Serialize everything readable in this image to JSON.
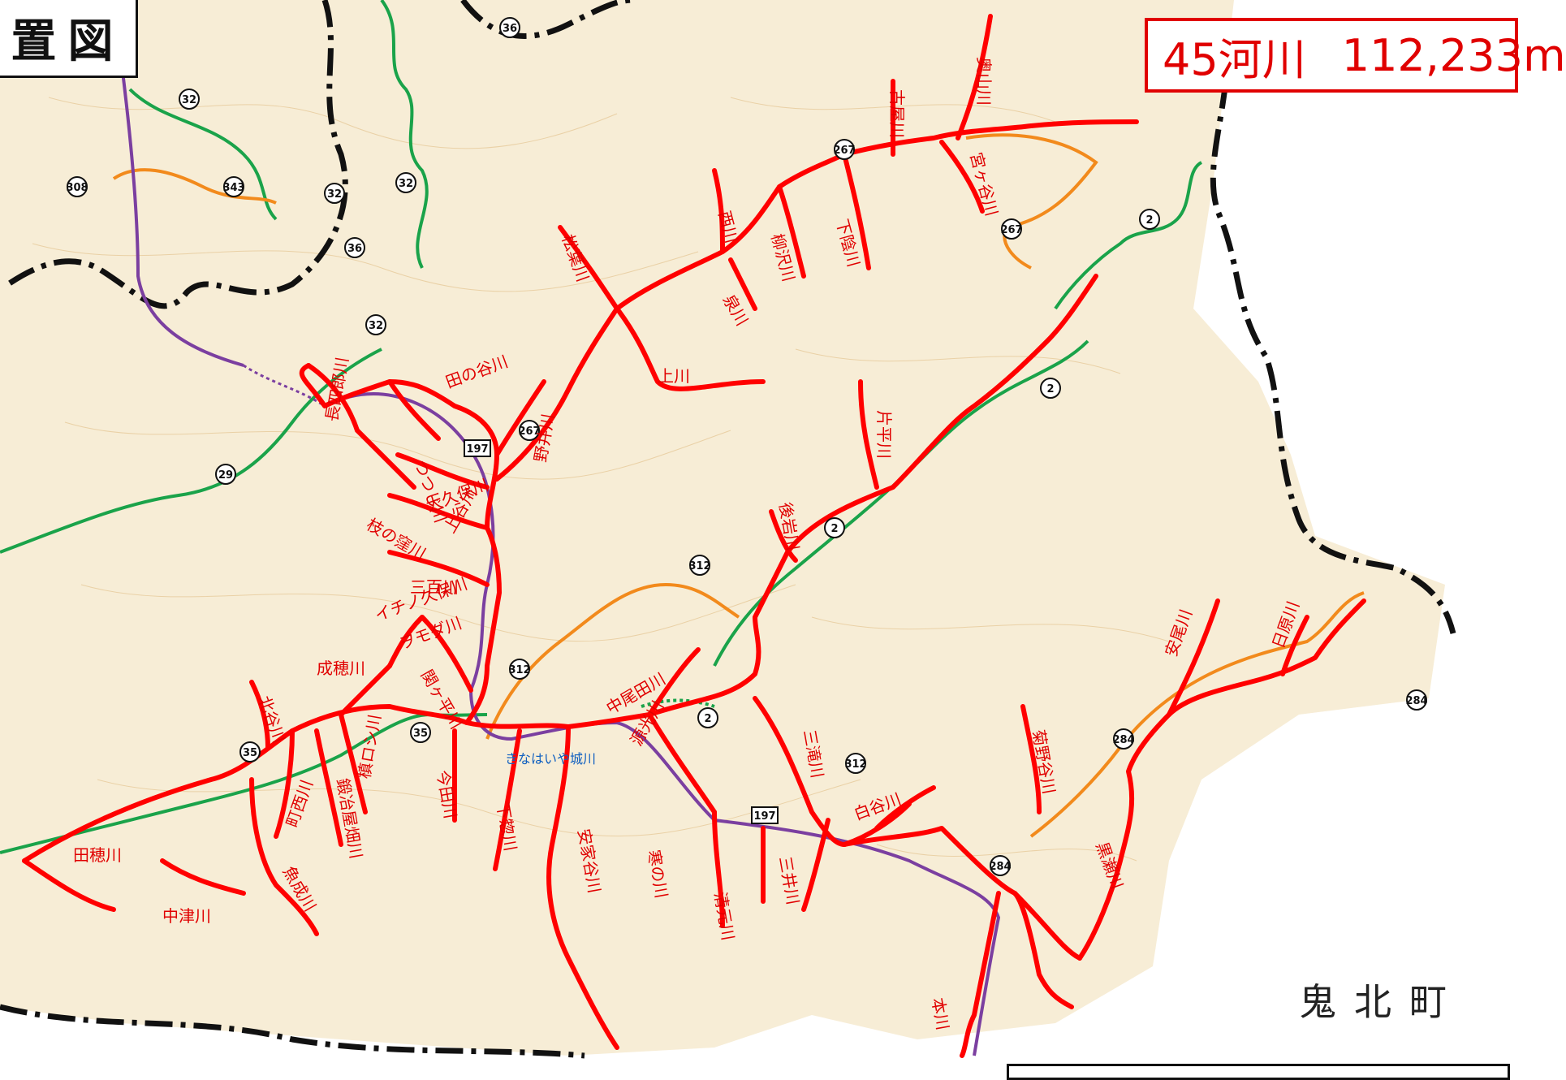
{
  "title": "置図",
  "summary": {
    "count": "45河川",
    "length": "112,233m"
  },
  "neighbor_town": "鬼北町",
  "colors": {
    "background": "#ffffff",
    "land": "#f7edd6",
    "river": "#ff0000",
    "highway_green": "#1aa34a",
    "road_orange": "#f28a1c",
    "rail_purple": "#7b3fa0",
    "boundary": "#111111"
  },
  "route_numbers": [
    "36",
    "32",
    "32",
    "32",
    "36",
    "32",
    "308",
    "343",
    "29",
    "35",
    "35",
    "267",
    "267",
    "267",
    "197",
    "197",
    "312",
    "312",
    "312",
    "2",
    "2",
    "2",
    "2",
    "284",
    "284",
    "284"
  ],
  "station_label": "きなはいや城川",
  "rivers": [
    "奥山川",
    "古屋川",
    "宮ヶ谷川",
    "西川",
    "柳沢川",
    "下陰川",
    "松葉川",
    "泉川",
    "上川",
    "田の谷川",
    "長四郎川",
    "つつじ川",
    "野井川",
    "大久保川",
    "上谷川",
    "枝の窪川",
    "三百川",
    "イチノ久保川",
    "ヲモダ川",
    "関ヶ平川",
    "成穂川",
    "北谷川",
    "中尾田川",
    "源光川",
    "今田川",
    "下惣川",
    "安家谷川",
    "寒の川",
    "清元川",
    "三井川",
    "白谷川",
    "三滝川",
    "後岩川",
    "片平川",
    "田穂川",
    "町西川",
    "鍛冶屋畑川",
    "槙ロシ川",
    "魚成川",
    "中津川",
    "菊野谷川",
    "黒瀬川",
    "安尾川",
    "日原川",
    "本川"
  ]
}
